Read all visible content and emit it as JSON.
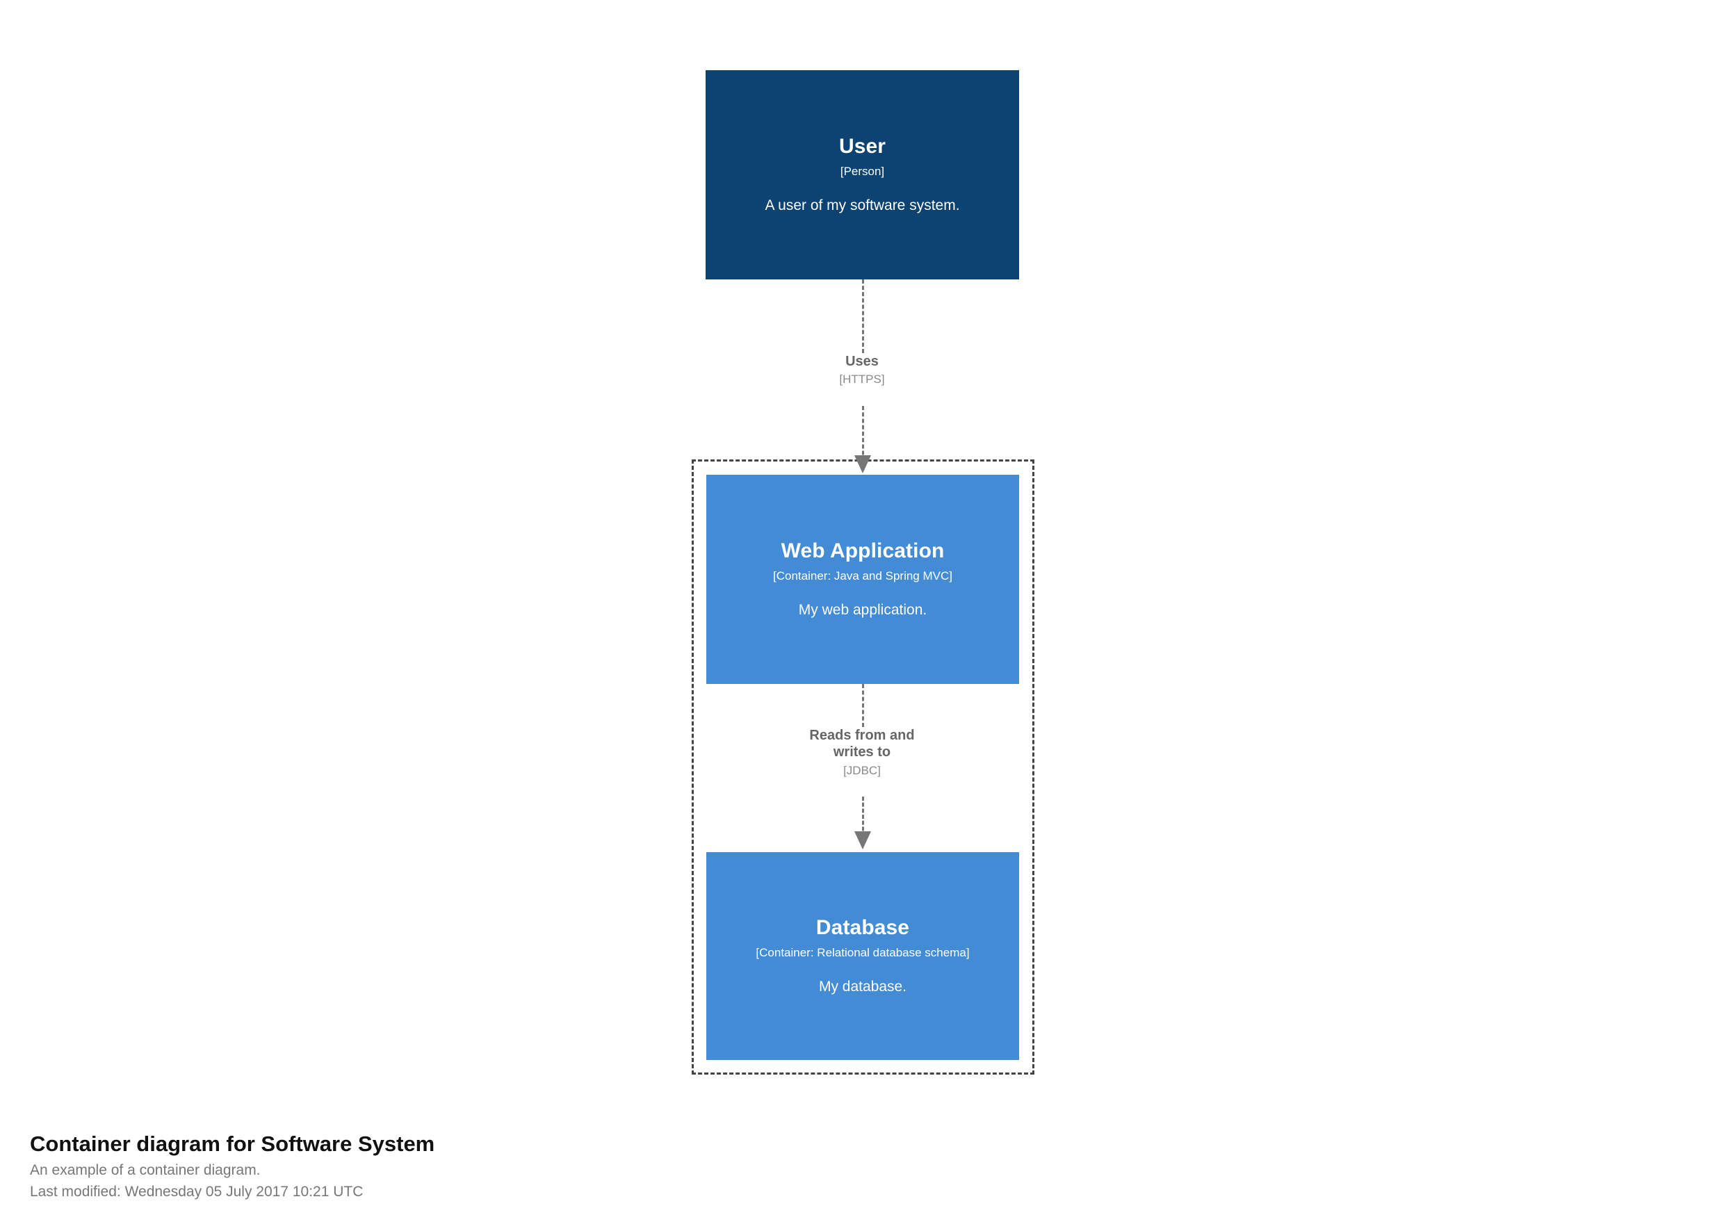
{
  "diagram": {
    "type": "C4 container diagram",
    "boundary": {
      "label": ""
    },
    "nodes": [
      {
        "id": "user",
        "name": "User",
        "technology": "[Person]",
        "description": "A user of my software system.",
        "color": "#0d4372",
        "text_color": "#ffffff"
      },
      {
        "id": "webapp",
        "name": "Web Application",
        "technology": "[Container: Java and Spring MVC]",
        "description": "My web application.",
        "color": "#438cd5",
        "text_color": "#ffffff"
      },
      {
        "id": "database",
        "name": "Database",
        "technology": "[Container: Relational database schema]",
        "description": "My database.",
        "color": "#438cd5",
        "text_color": "#ffffff"
      }
    ],
    "relationships": [
      {
        "id": "rel1",
        "source": "user",
        "target": "webapp",
        "description": "Uses",
        "technology": "[HTTPS]",
        "line_color": "#767676"
      },
      {
        "id": "rel2",
        "source": "webapp",
        "target": "database",
        "description_line1": "Reads from and",
        "description_line2": "writes to",
        "technology": "[JDBC]",
        "line_color": "#767676"
      }
    ]
  },
  "caption": {
    "title": "Container diagram for Software System",
    "subtitle": "An example of a container diagram.",
    "last_modified": "Last modified: Wednesday 05 July 2017 10:21 UTC"
  }
}
